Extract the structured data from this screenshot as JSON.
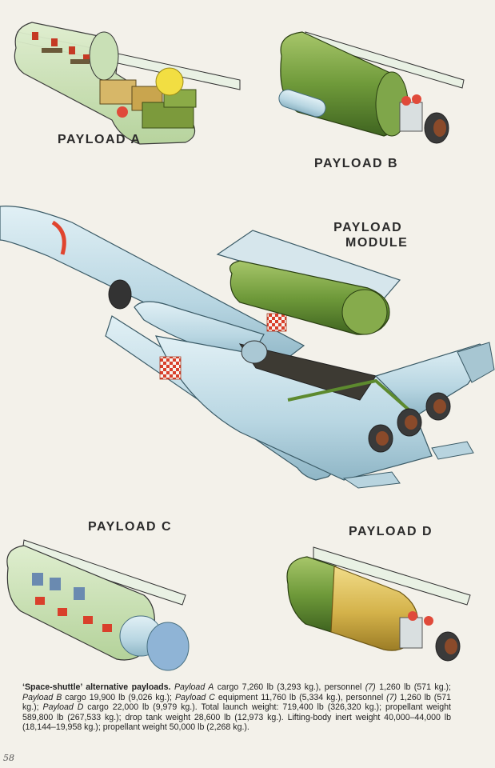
{
  "labels": {
    "payload_a": "PAYLOAD A",
    "payload_b": "PAYLOAD B",
    "payload_module_line1": "PAYLOAD",
    "payload_module_line2": "MODULE",
    "payload_c": "PAYLOAD C",
    "payload_d": "PAYLOAD D"
  },
  "caption": {
    "lead": "‘Space-shuttle’ alternative payloads.",
    "s1": " ",
    "a": "Payload A",
    "s2": " cargo 7,260 lb (3,293 kg.), personnel ",
    "seven1": "(7)",
    "s3": " 1,260 lb (571 kg.); ",
    "b": "Payload B",
    "s4": " cargo 19,900 lb (9,026 kg.); ",
    "c": "Payload C",
    "s5": " equipment 11,760 lb (5,334 kg.), personnel ",
    "seven2": "(7)",
    "s6": " 1,260 lb (571 kg.); ",
    "d": "Payload D",
    "s7": " cargo 22,000 lb (9,979 kg.). Total launch weight: 719,400 lb (326,320 kg.); propellant weight 589,800 lb (267,533 kg.); drop tank weight 28,600 lb (12,973 kg.). Lifting-body inert weight 40,000–44,000 lb (18,144–19,958 kg.); propellant weight 50,000 lb (2,268 kg.)."
  },
  "page_number": "58",
  "colors": {
    "paper": "#f3f1ea",
    "hull_blue": "#bcd9e4",
    "module_green": "#6f9a3a",
    "gold": "#d4b24a",
    "stripe_red": "#e0442e",
    "ink": "#2b2b2b"
  }
}
